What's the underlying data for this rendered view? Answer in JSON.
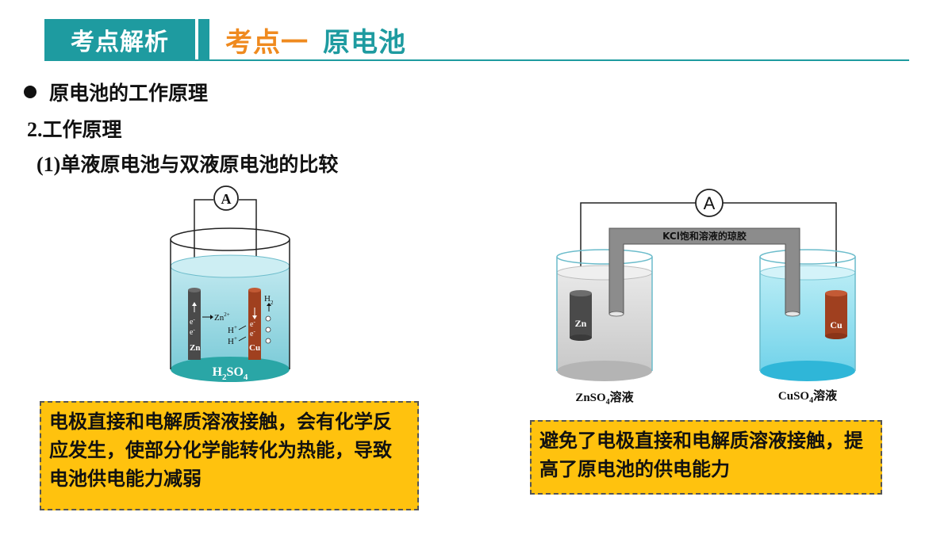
{
  "header": {
    "tag": "考点解析",
    "topic_num": "考点一",
    "topic": "原电池"
  },
  "bullet": {
    "text": "原电池的工作原理"
  },
  "section": {
    "num": "2.",
    "text": "工作原理"
  },
  "subsection": {
    "num": "(1)",
    "text": "单液原电池与双液原电池的比较"
  },
  "cell_single": {
    "ammeter": "A",
    "zn_ion": "Zn",
    "zn_ion_charge": "2+",
    "electron": "e",
    "electron_charge": "-",
    "h2": "H",
    "h2_sub": "2",
    "h_ion": "H",
    "h_ion_charge": "+",
    "anode_label": "Zn",
    "cathode_label": "Cu",
    "electrolyte": "H",
    "electrolyte_sub1": "2",
    "electrolyte_mid": "SO",
    "electrolyte_sub2": "4"
  },
  "cell_double": {
    "ammeter": "A",
    "salt_bridge": "KCl饱和溶液的琼胶",
    "anode_label": "Zn",
    "cathode_label": "Cu",
    "left_solution": "ZnSO",
    "left_solution_sub": "4",
    "left_solution_suffix": "溶液",
    "right_solution": "CuSO",
    "right_solution_sub": "4",
    "right_solution_suffix": "溶液"
  },
  "notes": {
    "single": "电极直接和电解质溶液接触，会有化学反应发生，使部分化学能转化为热能，导致电池供电能力减弱",
    "double": "避免了电极直接和电解质溶液接触，提高了原电池的供电能力"
  },
  "colors": {
    "teal": "#1e9ba0",
    "orange": "#ef8a1f",
    "note_bg": "#ffc20e",
    "zinc": "#4a4a4a",
    "copper": "#a0401f",
    "solution_single": "#8fd4df",
    "solution_cuso4": "#8fdcef",
    "solution_znso4": "#d8d8d8"
  }
}
